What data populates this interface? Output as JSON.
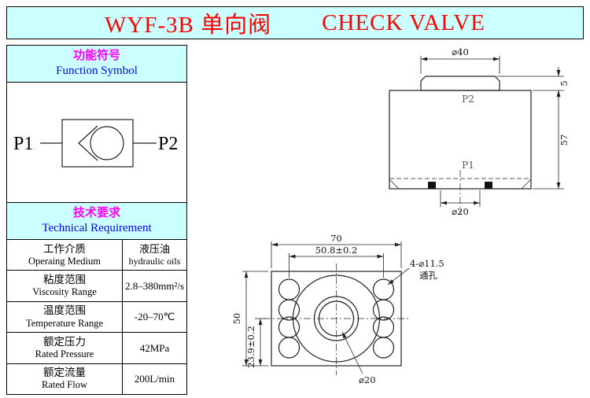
{
  "colors": {
    "panel_bg": "#ccffff",
    "title_text": "#ff0000",
    "header_cn_text": "#ff00ff",
    "header_en_text": "#0000ff",
    "line": "#222222"
  },
  "title": {
    "model": "WYF-3B  单向阀",
    "name": "CHECK VALVE"
  },
  "function_symbol": {
    "header_cn": "功能符号",
    "header_en": "Function Symbol",
    "port_left": "P1",
    "port_right": "P2"
  },
  "technical": {
    "header_cn": "技术要求",
    "header_en": "Technical Requirement",
    "rows": [
      {
        "label_cn": "工作介质",
        "label_en": "Operaing Medium",
        "value_line1": "液压油",
        "value_line2": "hydraulic oils"
      },
      {
        "label_cn": "粘度范围",
        "label_en": "Viscosity Range",
        "value_line1": "2.8–380mm²/s"
      },
      {
        "label_cn": "温度范围",
        "label_en": "Temperature Range",
        "value_line1": "-20–70℃"
      },
      {
        "label_cn": "额定压力",
        "label_en": "Rated Pressure",
        "value_line1": "42MPa"
      },
      {
        "label_cn": "额定流量",
        "label_en": "Rated Flow",
        "value_line1": "200L/min"
      }
    ]
  },
  "side_view": {
    "dim_boss_dia": "⌀40",
    "dim_boss_h": "5",
    "dim_body_h": "57",
    "dim_bottom_dia": "⌀20",
    "port_top": "P2",
    "port_bottom": "P1"
  },
  "top_view": {
    "dim_width": "70",
    "dim_hole_spacing": "50.8±0.2",
    "dim_holes": "4-⌀11.5",
    "dim_holes_note": "通孔",
    "dim_height": "50",
    "dim_center_offset": "23.9±0.2",
    "dim_center_dia": "⌀20"
  }
}
